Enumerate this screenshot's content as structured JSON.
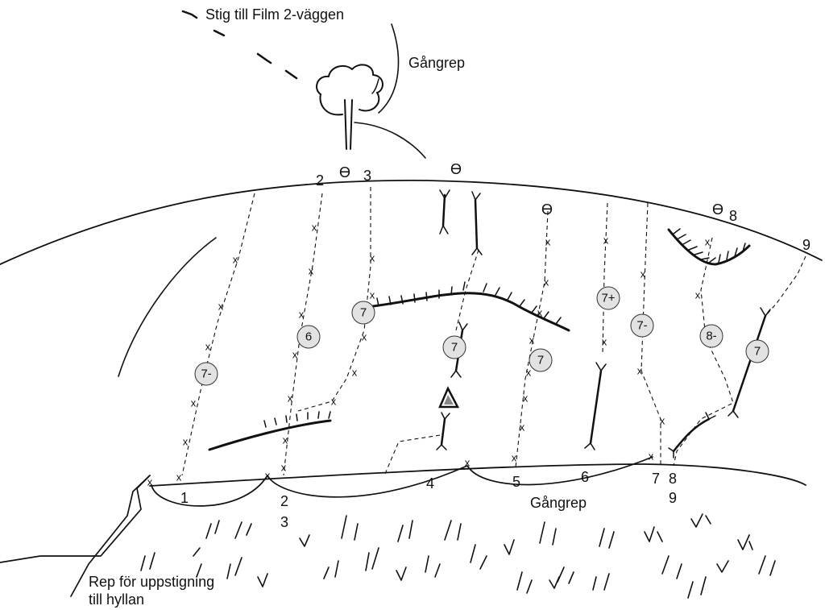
{
  "labels": {
    "path_to_wall": "Stig till Film 2-väggen",
    "fixed_rope_top": "Gångrep",
    "fixed_rope_bottom": "Gångrep",
    "ascent_rope_line1": "Rep för uppstigning",
    "ascent_rope_line2": "till hyllan"
  },
  "route_numbers_bottom": [
    "1",
    "2",
    "3",
    "4",
    "5",
    "6",
    "7",
    "8",
    "9"
  ],
  "route_numbers_top": [
    "2",
    "3",
    "8",
    "9"
  ],
  "grades": [
    "7-",
    "6",
    "7",
    "7",
    "7",
    "7+",
    "7-",
    "8-",
    "7"
  ],
  "symbols": {
    "anchor": "ϴ",
    "bolt": "x"
  },
  "colors": {
    "ink": "#111111",
    "grade_circle_fill": "#e2e2e2"
  }
}
